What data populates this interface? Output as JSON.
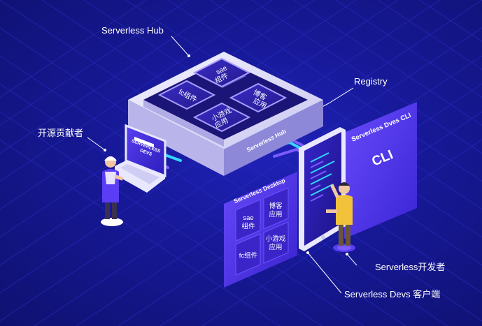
{
  "callouts": {
    "hub": "Serverless Hub",
    "registry": "Registry",
    "contributor": "开源贡献者",
    "developer": "Serverless开发者",
    "client": "Serverless Devs 客户端"
  },
  "hub": {
    "platform_label": "Serverless Hub",
    "tiles": [
      {
        "line1": "sae",
        "line2": "组件"
      },
      {
        "line1": "博客",
        "line2": "应用"
      },
      {
        "line1": "fc组件",
        "line2": ""
      },
      {
        "line1": "小游戏",
        "line2": "应用"
      }
    ]
  },
  "cli_panel": {
    "header": "Serverless Dves CLI",
    "title": "CLI"
  },
  "desktop_panel": {
    "header": "Serverless Desktop",
    "tiles": [
      {
        "line1": "sae",
        "line2": "组件"
      },
      {
        "line1": "博客",
        "line2": "应用"
      },
      {
        "line1": "fc组件",
        "line2": ""
      },
      {
        "line1": "小游戏",
        "line2": "应用"
      }
    ]
  },
  "laptop": {
    "brand_line1": "SERVERLESS",
    "brand_line2": "DEVS"
  },
  "colors": {
    "background": "#161895",
    "accent_purple": "#5b3df5",
    "accent_cyan": "#35d6ff",
    "tile_face": "#2a1f9e",
    "text": "#ffffff"
  }
}
